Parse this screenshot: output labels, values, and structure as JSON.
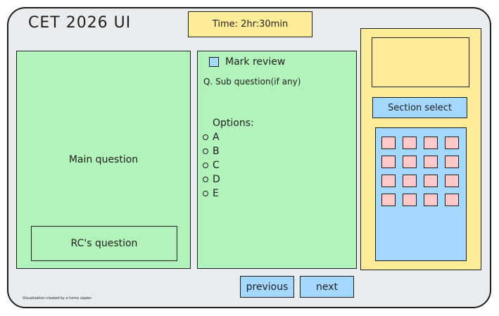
{
  "header": {
    "title": "CET 2026 UI",
    "timer": "Time: 2hr:30min"
  },
  "main_question": {
    "label": "Main question",
    "rc_label": "RC's question"
  },
  "sub_panel": {
    "mark_review": "Mark review",
    "sub_question": "Q. Sub question(if any)",
    "options_label": "Options:",
    "options": [
      "A",
      "B",
      "C",
      "D",
      "E"
    ]
  },
  "sidebar": {
    "section_select": "Section select",
    "palette_rows": 4,
    "palette_cols": 4
  },
  "navigation": {
    "previous": "previous",
    "next": "next"
  },
  "footer": {
    "credit": "Visualization created by a homo sapien"
  },
  "colors": {
    "green_panel": "#b2f2bb",
    "yellow_panel": "#ffec99",
    "blue_button": "#a5d8ff",
    "pink_tile": "#ffc9c9",
    "frame_bg": "#e9ecef"
  }
}
